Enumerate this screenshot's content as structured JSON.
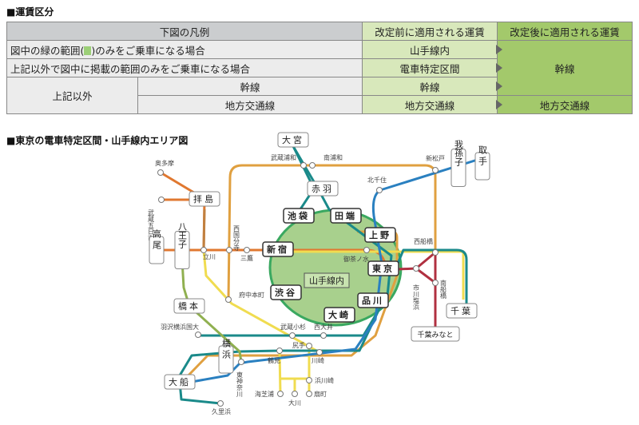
{
  "section1_title": "■運賃区分",
  "table": {
    "header": [
      "下図の凡例",
      "改定前に適用される運賃",
      "改定後に適用される運賃"
    ],
    "row1": {
      "label_pre": "図中の緑の範囲(",
      "label_post": ")のみをご乗車になる場合",
      "before": "山手線内"
    },
    "row2": {
      "label": "上記以外で図中に掲載の範囲のみをご乗車になる場合",
      "before": "電車特定区間"
    },
    "merged_after": "幹線",
    "row3": {
      "group": "上記以外",
      "sub": "幹線",
      "before": "幹線"
    },
    "row4": {
      "sub": "地方交通線",
      "before": "地方交通線",
      "after": "地方交通線"
    }
  },
  "section2_title": "■東京の電車特定区間・山手線内エリア図",
  "map": {
    "area_label": "山手線内",
    "major_stations": [
      "大宮",
      "赤羽",
      "池袋",
      "田端",
      "上野",
      "新宿",
      "東京",
      "渋谷",
      "品川",
      "大崎",
      "拝島",
      "高尾",
      "八王子",
      "橋本",
      "横浜",
      "大船",
      "千葉",
      "千葉みなと",
      "我孫子",
      "取手"
    ],
    "minor_stations": [
      "武蔵浦和",
      "南浦和",
      "新松戸",
      "北千住",
      "奥多摩",
      "武蔵五日市",
      "立川",
      "西国分寺",
      "三鷹",
      "御茶ノ水",
      "西船橋",
      "市川塩浜",
      "南船橋",
      "府中本町",
      "羽沢横浜国大",
      "武蔵小杉",
      "西大井",
      "尻手",
      "鶴見",
      "川崎",
      "東神奈川",
      "浜川崎",
      "海芝浦",
      "大川",
      "扇町",
      "久里浜"
    ],
    "colors": {
      "yamanote_area": "#a8d08d",
      "orange": "#e0a040",
      "chuo": "#e07830",
      "teal": "#1a8a8a",
      "blue": "#2a80c0",
      "yellow": "#f0dc50",
      "red": "#b03040",
      "olive": "#90b050",
      "brown": "#c08040"
    }
  }
}
